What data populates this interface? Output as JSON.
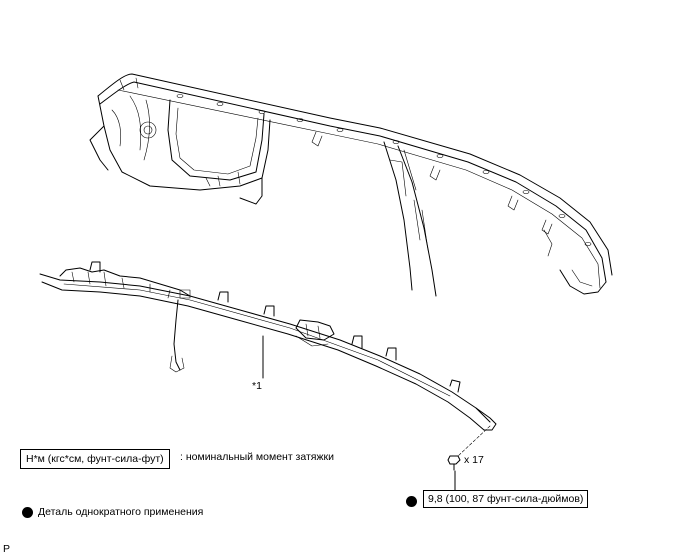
{
  "callout_part": "*1",
  "qty_label": "x 17",
  "torque_value": "9,8 (100, 87 фунт-сила-дюймов)",
  "legend": {
    "torque_key_box": "Н*м (кгс*см, фунт-сила-фут)",
    "torque_key_desc": ": номинальный момент затяжки",
    "non_reusable_desc": "Деталь однократного применения"
  },
  "corner_mark": "P"
}
